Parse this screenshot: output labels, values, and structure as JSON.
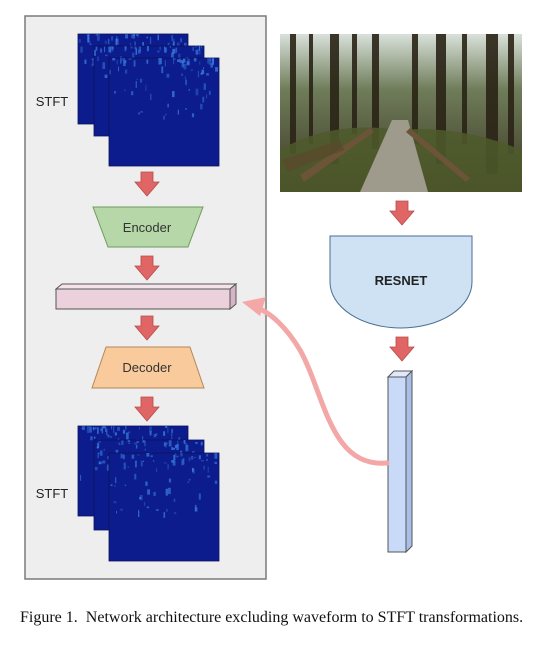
{
  "diagram": {
    "stft_top_label": "STFT",
    "encoder_label": "Encoder",
    "decoder_label": "Decoder",
    "stft_bottom_label": "STFT",
    "resnet_label": "RESNET"
  },
  "colors": {
    "panel_bg": "#eeeeee",
    "panel_border": "#7a7a7a",
    "spectrogram": "#0c1c8c",
    "spectrogram_energy": "#3a7ae0",
    "encoder_fill": "#b6d7a8",
    "decoder_fill": "#f9cb9c",
    "bottleneck_fill": "#ead1dc",
    "resnet_fill": "#cfe2f3",
    "feature_vector_fill": "#c9daf8",
    "arrow_red": "#e06666",
    "connector_pink": "#f4a7a7"
  },
  "photo": {
    "description": "forest boardwalk photograph"
  },
  "caption": {
    "figure_label": "Figure 1.",
    "text": "Network architecture excluding waveform to STFT transformations."
  }
}
